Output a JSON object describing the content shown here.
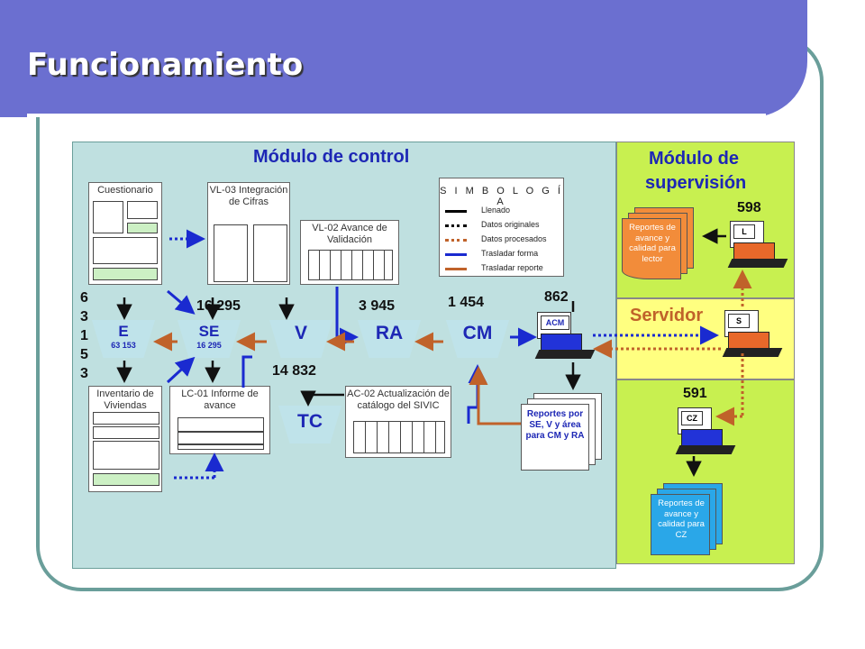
{
  "title": "Funcionamiento",
  "panels": {
    "control_title": "Módulo de control",
    "supervision_title_1": "Módulo de",
    "supervision_title_2": "supervisión",
    "servidor_title": "Servidor"
  },
  "documents": {
    "cuestionario": "Cuestionario",
    "vl03": "VL-03 Integración de Cifras",
    "vl02": "VL-02 Avance de Validación",
    "inventario": "Inventario de Viviendas",
    "lc01": "LC-01 Informe de avance",
    "ac02": "AC-02 Actualización de catálogo del SIVIC"
  },
  "nodes": {
    "e": {
      "label": "E",
      "value": "63 153"
    },
    "se": {
      "label": "SE",
      "value": "16 295"
    },
    "v": {
      "label": "V"
    },
    "ra": {
      "label": "RA"
    },
    "cm": {
      "label": "CM"
    },
    "tc": {
      "label": "TC"
    }
  },
  "numbers": {
    "vertical_digits": [
      "6",
      "3",
      "1",
      "5",
      "3"
    ],
    "n16295": "16 295",
    "n3945": "3 945",
    "n1454": "1 454",
    "n862": "862",
    "n14832": "14 832",
    "n598": "598",
    "n591": "591"
  },
  "legend": {
    "title": "S I M B O L O G Í A",
    "items": [
      {
        "label": "Llenado",
        "color": "#000000",
        "style": "solid"
      },
      {
        "label": "Datos originales",
        "color": "#000000",
        "style": "dotted"
      },
      {
        "label": "Datos procesados",
        "color": "#c0622a",
        "style": "dotted"
      },
      {
        "label": "Trasladar forma",
        "color": "#1a2ad0",
        "style": "solid"
      },
      {
        "label": "Trasladar reporte",
        "color": "#c0622a",
        "style": "solid"
      }
    ]
  },
  "computers": {
    "acm": "ACM",
    "l": "L",
    "s": "S",
    "cz": "CZ"
  },
  "reports": {
    "lector": "Reportes de avance y calidad para lector",
    "se_v_area": "Reportes por SE, V y área para CM y RA",
    "cz": "Reportes de avance y calidad para CZ"
  },
  "colors": {
    "header": "#6b6fd0",
    "control_bg": "#bfe0e0",
    "supervision_bg": "#c8f050",
    "servidor_bg": "#ffff80",
    "node_text": "#1d27b5",
    "accent_orange": "#c0622a",
    "title_blue": "#1d27b5"
  }
}
